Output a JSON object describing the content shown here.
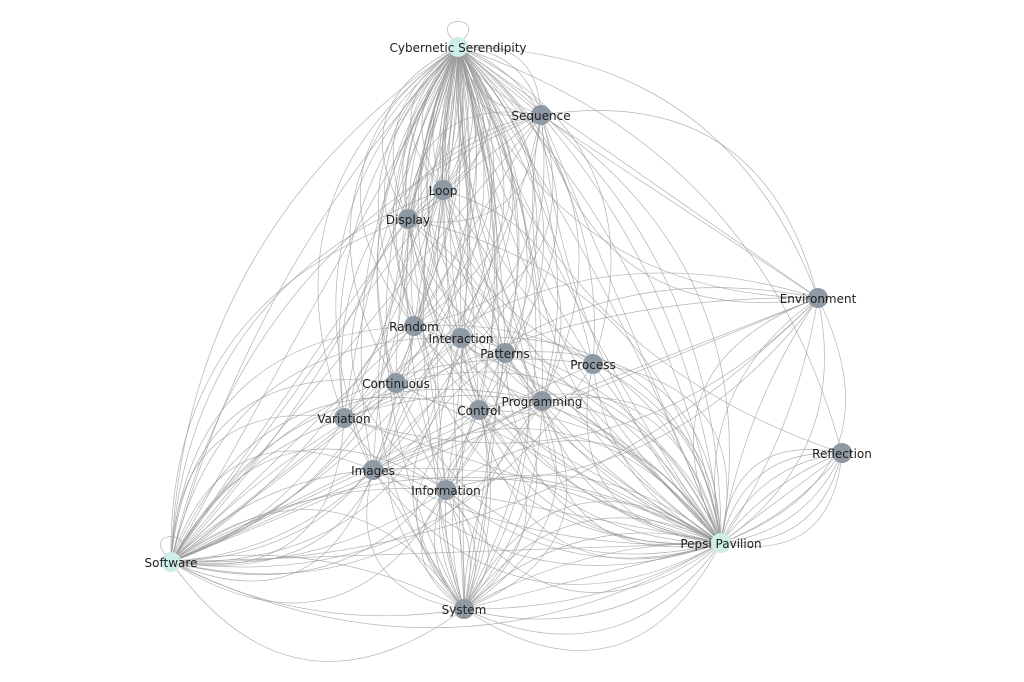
{
  "graph": {
    "colors": {
      "background": "#ffffff",
      "edge": "#9a9a9a",
      "node_default": "#8e99a3",
      "node_highlight": "#cfeee8",
      "label": "#1e1e1e"
    },
    "nodes": [
      {
        "id": "cybernetic-serendipity",
        "label": "Cybernetic Serendipity",
        "style": "highlight"
      },
      {
        "id": "sequence",
        "label": "Sequence",
        "style": "default"
      },
      {
        "id": "loop",
        "label": "Loop",
        "style": "default"
      },
      {
        "id": "display",
        "label": "Display",
        "style": "default"
      },
      {
        "id": "environment",
        "label": "Environment",
        "style": "default"
      },
      {
        "id": "random",
        "label": "Random",
        "style": "default"
      },
      {
        "id": "interaction",
        "label": "Interaction",
        "style": "default"
      },
      {
        "id": "patterns",
        "label": "Patterns",
        "style": "default"
      },
      {
        "id": "process",
        "label": "Process",
        "style": "default"
      },
      {
        "id": "continuous",
        "label": "Continuous",
        "style": "default"
      },
      {
        "id": "programming",
        "label": "Programming",
        "style": "default"
      },
      {
        "id": "control",
        "label": "Control",
        "style": "default"
      },
      {
        "id": "variation",
        "label": "Variation",
        "style": "default"
      },
      {
        "id": "reflection",
        "label": "Reflection",
        "style": "default"
      },
      {
        "id": "images",
        "label": "Images",
        "style": "default"
      },
      {
        "id": "information",
        "label": "Information",
        "style": "default"
      },
      {
        "id": "pepsi-pavilion",
        "label": "Pepsi Pavilion",
        "style": "highlight"
      },
      {
        "id": "software",
        "label": "Software",
        "style": "highlight"
      },
      {
        "id": "system",
        "label": "System",
        "style": "default"
      }
    ],
    "edges": [
      {
        "source": "cybernetic-serendipity",
        "target": "sequence",
        "count": 7
      },
      {
        "source": "cybernetic-serendipity",
        "target": "loop",
        "count": 8
      },
      {
        "source": "cybernetic-serendipity",
        "target": "display",
        "count": 9
      },
      {
        "source": "cybernetic-serendipity",
        "target": "random",
        "count": 9
      },
      {
        "source": "cybernetic-serendipity",
        "target": "interaction",
        "count": 8
      },
      {
        "source": "cybernetic-serendipity",
        "target": "patterns",
        "count": 8
      },
      {
        "source": "cybernetic-serendipity",
        "target": "process",
        "count": 6
      },
      {
        "source": "cybernetic-serendipity",
        "target": "continuous",
        "count": 6
      },
      {
        "source": "cybernetic-serendipity",
        "target": "programming",
        "count": 7
      },
      {
        "source": "cybernetic-serendipity",
        "target": "control",
        "count": 7
      },
      {
        "source": "cybernetic-serendipity",
        "target": "variation",
        "count": 6
      },
      {
        "source": "cybernetic-serendipity",
        "target": "images",
        "count": 6
      },
      {
        "source": "cybernetic-serendipity",
        "target": "information",
        "count": 6
      },
      {
        "source": "cybernetic-serendipity",
        "target": "software",
        "count": 5
      },
      {
        "source": "cybernetic-serendipity",
        "target": "system",
        "count": 5
      },
      {
        "source": "cybernetic-serendipity",
        "target": "environment",
        "count": 3
      },
      {
        "source": "cybernetic-serendipity",
        "target": "pepsi-pavilion",
        "count": 6
      },
      {
        "source": "cybernetic-serendipity",
        "target": "reflection",
        "count": 2
      },
      {
        "source": "sequence",
        "target": "display",
        "count": 3
      },
      {
        "source": "sequence",
        "target": "random",
        "count": 3
      },
      {
        "source": "sequence",
        "target": "pepsi-pavilion",
        "count": 5
      },
      {
        "source": "sequence",
        "target": "environment",
        "count": 3
      },
      {
        "source": "sequence",
        "target": "software",
        "count": 3
      },
      {
        "source": "sequence",
        "target": "variation",
        "count": 2
      },
      {
        "source": "loop",
        "target": "software",
        "count": 3
      },
      {
        "source": "loop",
        "target": "programming",
        "count": 3
      },
      {
        "source": "loop",
        "target": "system",
        "count": 3
      },
      {
        "source": "display",
        "target": "software",
        "count": 3
      },
      {
        "source": "display",
        "target": "pepsi-pavilion",
        "count": 3
      },
      {
        "source": "display",
        "target": "information",
        "count": 3
      },
      {
        "source": "environment",
        "target": "pepsi-pavilion",
        "count": 6
      },
      {
        "source": "environment",
        "target": "software",
        "count": 3
      },
      {
        "source": "environment",
        "target": "images",
        "count": 3
      },
      {
        "source": "environment",
        "target": "variation",
        "count": 2
      },
      {
        "source": "random",
        "target": "software",
        "count": 3
      },
      {
        "source": "random",
        "target": "pepsi-pavilion",
        "count": 4
      },
      {
        "source": "random",
        "target": "images",
        "count": 2
      },
      {
        "source": "interaction",
        "target": "pepsi-pavilion",
        "count": 6
      },
      {
        "source": "interaction",
        "target": "software",
        "count": 3
      },
      {
        "source": "interaction",
        "target": "system",
        "count": 4
      },
      {
        "source": "patterns",
        "target": "pepsi-pavilion",
        "count": 4
      },
      {
        "source": "patterns",
        "target": "system",
        "count": 3
      },
      {
        "source": "process",
        "target": "pepsi-pavilion",
        "count": 5
      },
      {
        "source": "process",
        "target": "software",
        "count": 3
      },
      {
        "source": "continuous",
        "target": "software",
        "count": 3
      },
      {
        "source": "continuous",
        "target": "pepsi-pavilion",
        "count": 3
      },
      {
        "source": "programming",
        "target": "pepsi-pavilion",
        "count": 6
      },
      {
        "source": "programming",
        "target": "software",
        "count": 3
      },
      {
        "source": "programming",
        "target": "system",
        "count": 4
      },
      {
        "source": "control",
        "target": "pepsi-pavilion",
        "count": 5
      },
      {
        "source": "control",
        "target": "software",
        "count": 3
      },
      {
        "source": "control",
        "target": "system",
        "count": 4
      },
      {
        "source": "variation",
        "target": "software",
        "count": 4
      },
      {
        "source": "variation",
        "target": "pepsi-pavilion",
        "count": 3
      },
      {
        "source": "reflection",
        "target": "pepsi-pavilion",
        "count": 9
      },
      {
        "source": "images",
        "target": "software",
        "count": 4
      },
      {
        "source": "images",
        "target": "pepsi-pavilion",
        "count": 4
      },
      {
        "source": "images",
        "target": "system",
        "count": 3
      },
      {
        "source": "information",
        "target": "pepsi-pavilion",
        "count": 5
      },
      {
        "source": "information",
        "target": "software",
        "count": 4
      },
      {
        "source": "information",
        "target": "system",
        "count": 6
      },
      {
        "source": "pepsi-pavilion",
        "target": "system",
        "count": 9
      },
      {
        "source": "pepsi-pavilion",
        "target": "software",
        "count": 3
      },
      {
        "source": "software",
        "target": "system",
        "count": 4
      }
    ],
    "self_loops": [
      "cybernetic-serendipity",
      "software"
    ]
  }
}
